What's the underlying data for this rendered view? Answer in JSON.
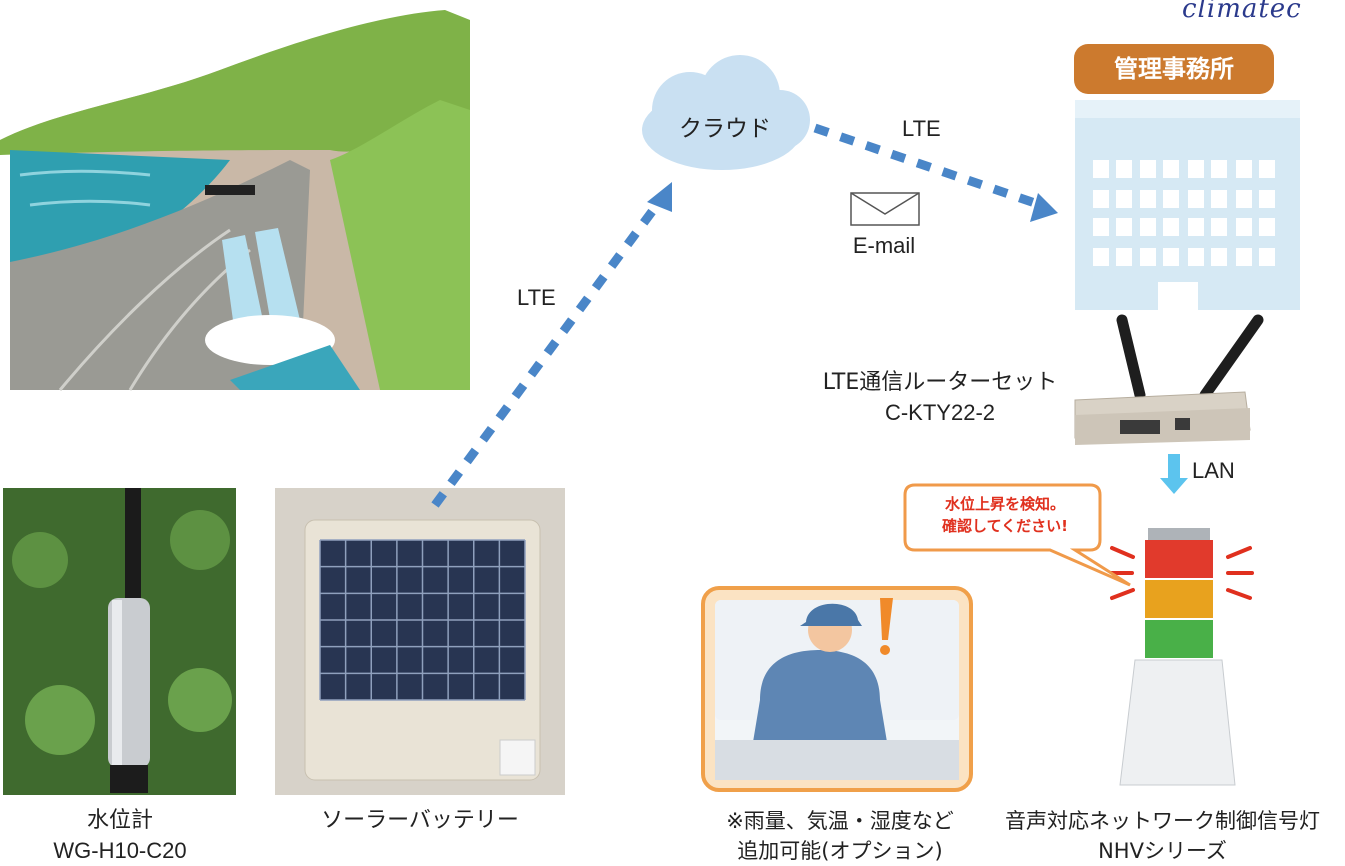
{
  "brand": {
    "text": "climatec"
  },
  "office": {
    "badge": "管理事務所"
  },
  "cloud": {
    "label": "クラウド"
  },
  "links": {
    "lte_left": "LTE",
    "lte_right": "LTE",
    "lan": "LAN"
  },
  "email": {
    "label": "E-mail"
  },
  "router": {
    "line1": "LTE通信ルーターセット",
    "line2": "C-KTY22-2"
  },
  "alert_bubble": {
    "line1": "水位上昇を検知。",
    "line2": "確認してください!"
  },
  "sensor": {
    "line1": "水位計",
    "line2": "WG-H10-C20"
  },
  "solar": {
    "label": "ソーラーバッテリー"
  },
  "option": {
    "line1": "※雨量、気温・湿度など",
    "line2": "追加可能(オプション)"
  },
  "signal": {
    "line1": "音声対応ネットワーク制御信号灯",
    "line2": "NHVシリーズ"
  },
  "colors": {
    "arrow_blue": "#4a86c8",
    "lan_blue": "#5cc4ee",
    "badge_orange": "#cc7a2e",
    "cloud": "#c9e0f2",
    "building": "#d6e9f4",
    "alert_red": "#e0301e"
  }
}
